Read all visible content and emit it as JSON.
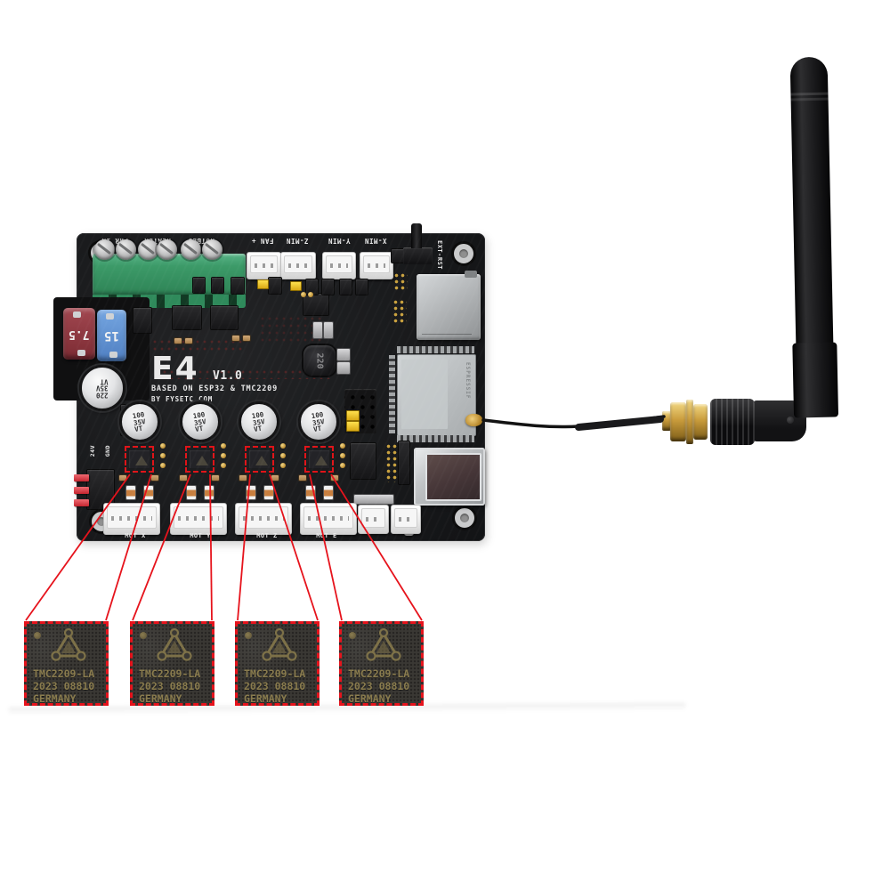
{
  "photo": {
    "board": {
      "silkscreen": {
        "logo": "E4",
        "version": "V1.0",
        "subtitle": "BASED ON ESP32 & TMC2209",
        "byline": "BY FYSETC.COM"
      },
      "top_labels": [
        "PWR IN",
        "HEATER",
        "HOTBED",
        "FAN +",
        "Z-MIN",
        "Y-MIN",
        "X-MIN"
      ],
      "reset_label": "EXT-RST",
      "power_labels": [
        "24V",
        "GND"
      ],
      "fuses": [
        {
          "value": "7.5",
          "color": "#8c343c"
        },
        {
          "value": "15",
          "color": "#5d8fd2"
        }
      ],
      "main_capacitor": {
        "lines": [
          "220",
          "35V",
          "VT"
        ]
      },
      "driver_capacitor": {
        "lines": [
          "100",
          "35V",
          "VT"
        ]
      },
      "inductor_value": "220",
      "motor_labels": [
        "MOT X",
        "MOT Y",
        "MOT Z",
        "MOT E"
      ],
      "esp32_label": "ESPRESSIF"
    },
    "driver_chips": {
      "count": 4,
      "line1": "TMC2209-LA",
      "line2": "2023 08810",
      "line3": "GERMANY"
    },
    "colors": {
      "pcb": "#1a1b1d",
      "callout_red": "#e6131c",
      "terminal_green": "#3c9a68",
      "chip_text_olive": "#8a7c4e",
      "antenna_black": "#1b1b1d",
      "sma_gold": "#c99c3c",
      "background": "#ffffff"
    }
  }
}
